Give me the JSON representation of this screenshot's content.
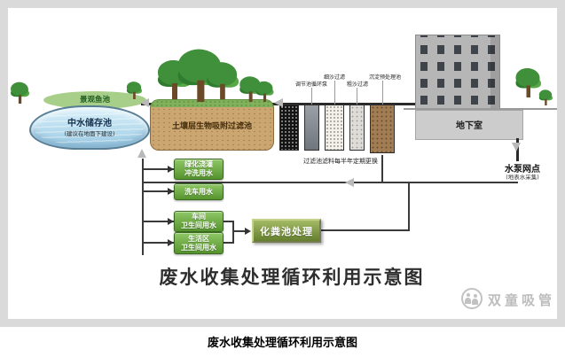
{
  "caption": "废水收集处理循环利用示意图",
  "diagram": {
    "title": "废水收集处理循环利用示意图",
    "watermark": "双童吸管",
    "pond": {
      "area_label": "景观鱼池",
      "name": "中水储存池",
      "note": "(建议在地面下建设)"
    },
    "soil_filter_label": "土壤层生物吸附过滤池",
    "filter_note": "过滤池滤料每半年定期更换",
    "filters": [
      {
        "label": "调节池循环泵"
      },
      {
        "label": "细沙过滤"
      },
      {
        "label": "粗沙过滤"
      },
      {
        "label": "沉淀预处理池"
      }
    ],
    "building": {
      "basement": "地下室"
    },
    "pump": {
      "name": "水泵网点",
      "note": "(地表水采集)"
    },
    "use_boxes": [
      {
        "lines": [
          "绿化浇灌",
          "冲洗用水"
        ]
      },
      {
        "lines": [
          "洗车用水",
          ""
        ]
      },
      {
        "lines": [
          "车间",
          "卫生间用水"
        ]
      },
      {
        "lines": [
          "生活区",
          "卫生间用水"
        ]
      }
    ],
    "septic_label": "化粪池处理",
    "colors": {
      "frame_gray": "#dadada",
      "box_green": "#55932d",
      "water_blue": "#9ccbe4",
      "soil_tan": "#cba670"
    }
  }
}
